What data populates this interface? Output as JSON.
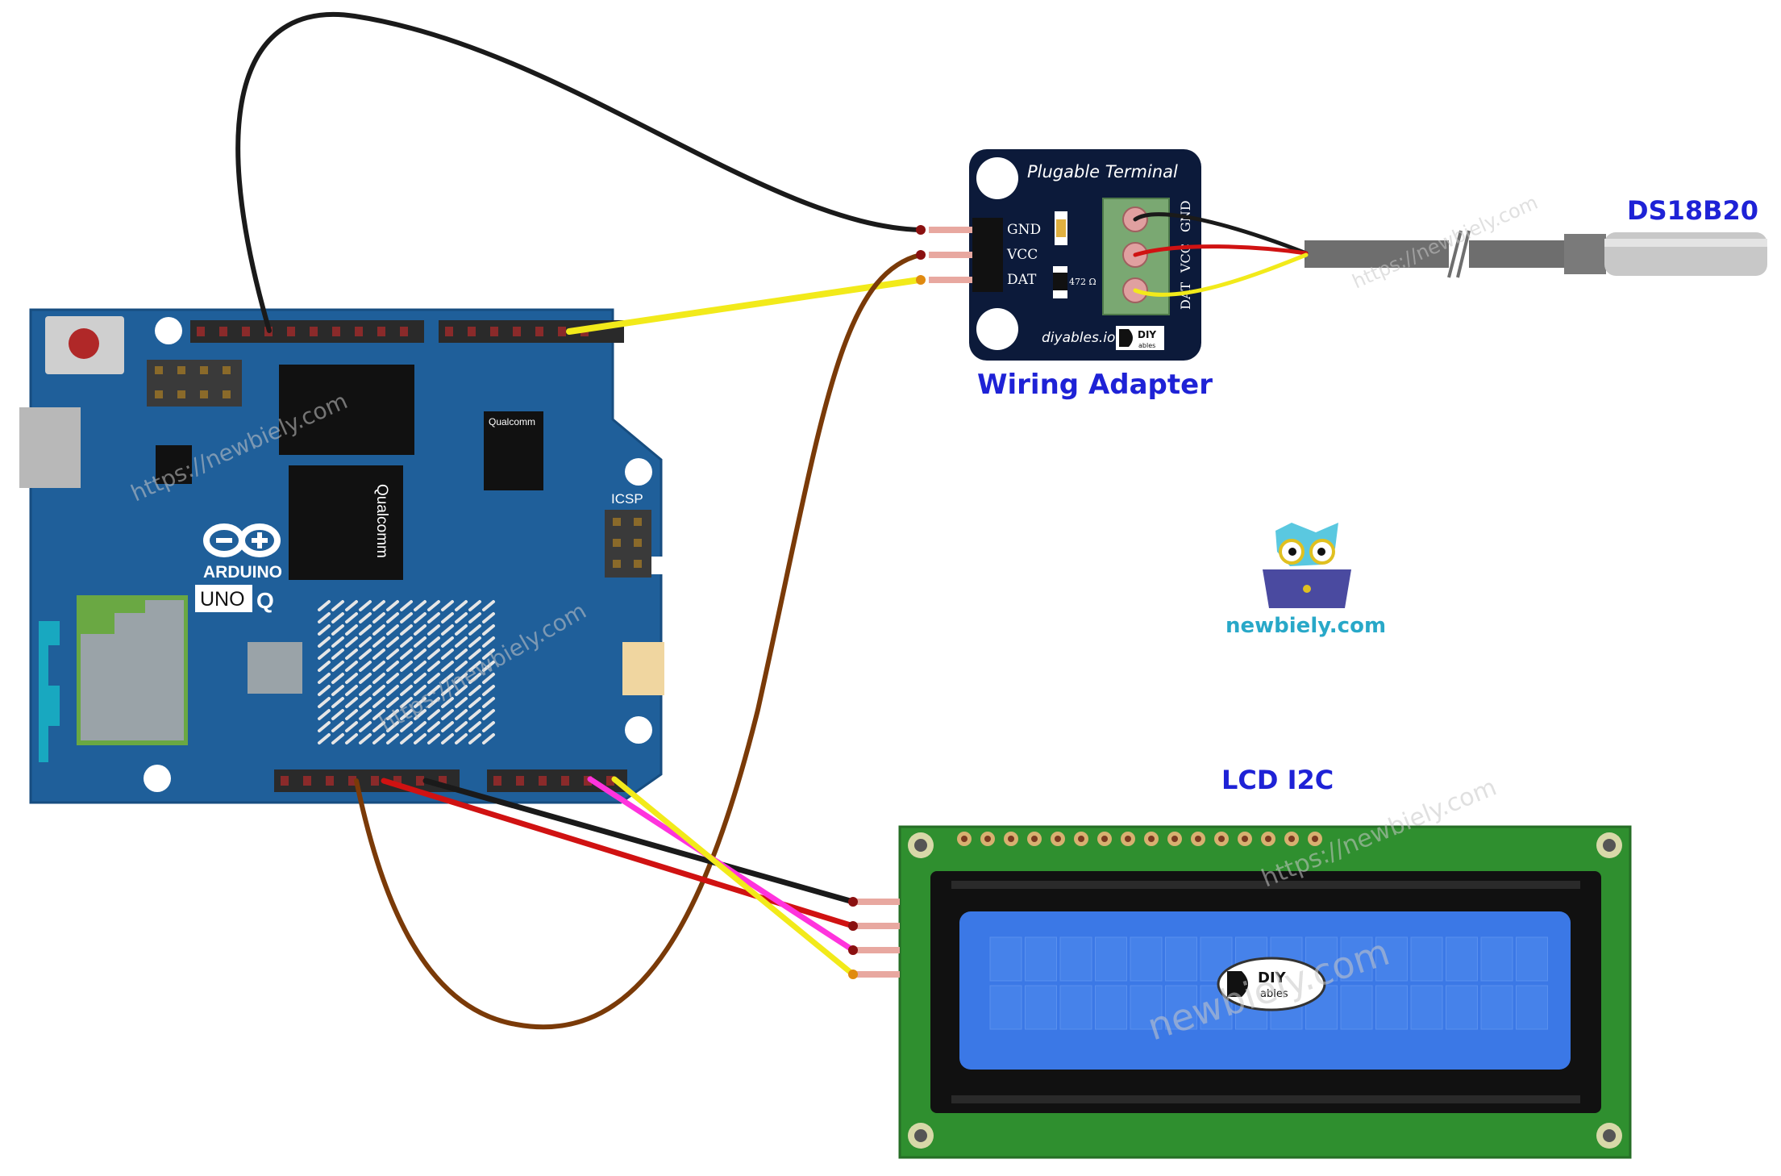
{
  "arduino": {
    "brand": "ARDUINO",
    "model_prefix": "UNO",
    "model_suffix": "Q",
    "chip_text": "Qualcomm",
    "icsp_label": "ICSP"
  },
  "adapter": {
    "header": "Plugable Terminal",
    "pins": [
      "GND",
      "VCC",
      "DAT"
    ],
    "terminal_pins": [
      "GND",
      "VCC",
      "DAT"
    ],
    "resistor": "472 Ω",
    "footer": "diyables.io",
    "logo_line1": "DIY",
    "logo_line2": "ables",
    "caption": "Wiring Adapter"
  },
  "sensor": {
    "label": "DS18B20"
  },
  "lcd": {
    "label": "LCD I2C",
    "logo_line1": "DIY",
    "logo_line2": "ables"
  },
  "site": {
    "name": "newbiely.com",
    "watermark": "https://newbiely.com"
  },
  "colors": {
    "board": "#1f5f9a",
    "adapter": "#0c1a3a",
    "pcb_green": "#2f8f2f",
    "lcd_screen": "#3b78e6",
    "label_blue": "#1e22d6",
    "wire_black": "#1a1a1a",
    "wire_red": "#d01212",
    "wire_yellow": "#f2ea1a",
    "wire_brown": "#7a3a08",
    "wire_magenta": "#ff33dd"
  }
}
